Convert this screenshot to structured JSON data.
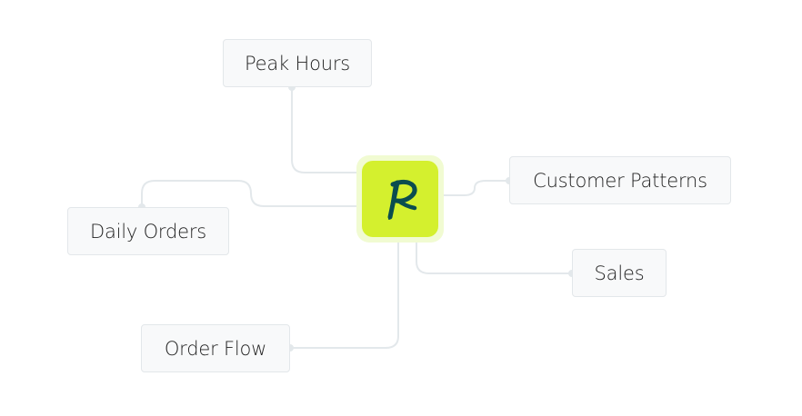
{
  "diagram": {
    "type": "mind-map",
    "center": {
      "label": "R",
      "icon": "brand-r-logo-icon",
      "colors": {
        "background": "#d4f02e",
        "halo": "#f1fbd2",
        "glyph": "#0b4d4f"
      }
    },
    "nodes": [
      {
        "id": "peak-hours",
        "label": "Peak Hours"
      },
      {
        "id": "customer-patterns",
        "label": "Customer Patterns"
      },
      {
        "id": "daily-orders",
        "label": "Daily Orders"
      },
      {
        "id": "sales",
        "label": "Sales"
      },
      {
        "id": "order-flow",
        "label": "Order Flow"
      }
    ],
    "edges": [
      {
        "from": "center",
        "to": "peak-hours"
      },
      {
        "from": "center",
        "to": "customer-patterns"
      },
      {
        "from": "center",
        "to": "daily-orders"
      },
      {
        "from": "center",
        "to": "sales"
      },
      {
        "from": "center",
        "to": "order-flow"
      }
    ],
    "colors": {
      "connector": "#e3e8eb",
      "node_fill": "#f8f9fa",
      "node_border": "#e3e7ea",
      "text": "#222222"
    }
  }
}
